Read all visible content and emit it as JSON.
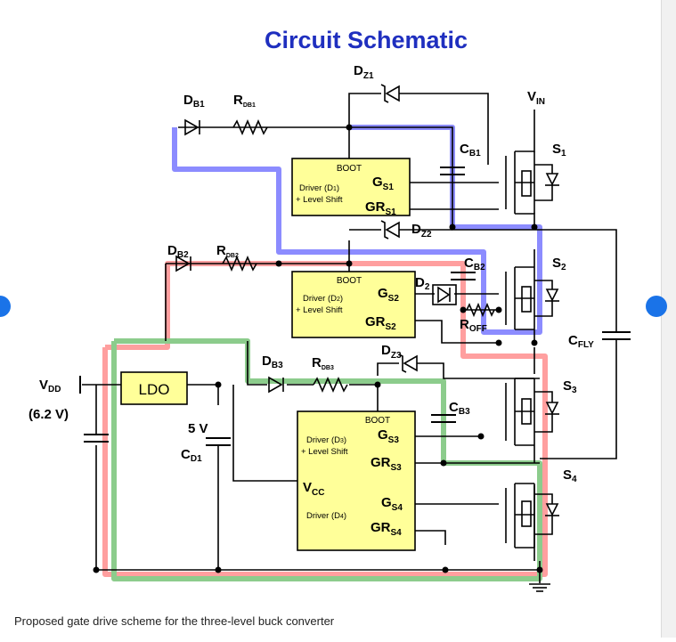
{
  "title": "Circuit Schematic",
  "caption": "Proposed gate drive scheme for the three-level buck converter",
  "colors": {
    "title": "#1f2fbf",
    "box_fill": "#ffff99",
    "blue_path": "#6666ff",
    "red_path": "#ff8080",
    "green_path": "#66bb66",
    "nav_dot": "#1a73e8"
  },
  "labels": {
    "vdd": "V",
    "vdd_sub": "DD",
    "vdd_val": "(6.2 V)",
    "ldo": "LDO",
    "five_v": "5 V",
    "cd1": "C",
    "cd1_sub": "D1",
    "db1": "D",
    "db1_sub": "B1",
    "rdb1": "R",
    "rdb1_sub": "DB1",
    "db2": "D",
    "db2_sub": "B2",
    "rdb2": "R",
    "rdb2_sub": "DB2",
    "db3": "D",
    "db3_sub": "B3",
    "rdb3": "R",
    "rdb3_sub": "DB3",
    "dz1": "D",
    "dz1_sub": "Z1",
    "dz2": "D",
    "dz2_sub": "Z2",
    "dz3": "D",
    "dz3_sub": "Z3",
    "d2": "D",
    "d2_sub": "2",
    "roff": "R",
    "roff_sub": "OFF",
    "cb1": "C",
    "cb1_sub": "B1",
    "cb2": "C",
    "cb2_sub": "B2",
    "cb3": "C",
    "cb3_sub": "B3",
    "vin": "V",
    "vin_sub": "IN",
    "s1": "S",
    "s1_sub": "1",
    "s2": "S",
    "s2_sub": "2",
    "s3": "S",
    "s3_sub": "3",
    "s4": "S",
    "s4_sub": "4",
    "cfly": "C",
    "cfly_sub": "FLY"
  },
  "drivers": [
    {
      "boot": "BOOT",
      "line1": "Driver (D",
      "line1_sub": "1",
      "line1_end": ")",
      "line2": "+ Level Shift",
      "g": "G",
      "g_sub": "S1",
      "gr": "GR",
      "gr_sub": "S1"
    },
    {
      "boot": "BOOT",
      "line1": "Driver (D",
      "line1_sub": "2",
      "line1_end": ")",
      "line2": "+ Level Shift",
      "g": "G",
      "g_sub": "S2",
      "gr": "GR",
      "gr_sub": "S2"
    },
    {
      "boot": "BOOT",
      "line1": "Driver (D",
      "line1_sub": "3",
      "line1_end": ")",
      "line2": "+ Level Shift",
      "g": "G",
      "g_sub": "S3",
      "gr": "GR",
      "gr_sub": "S3",
      "vcc": "V",
      "vcc_sub": "CC",
      "d4": "Driver (D",
      "d4_sub": "4",
      "d4_end": ")",
      "g4": "G",
      "g4_sub": "S4",
      "gr4": "GR",
      "gr4_sub": "S4"
    }
  ]
}
